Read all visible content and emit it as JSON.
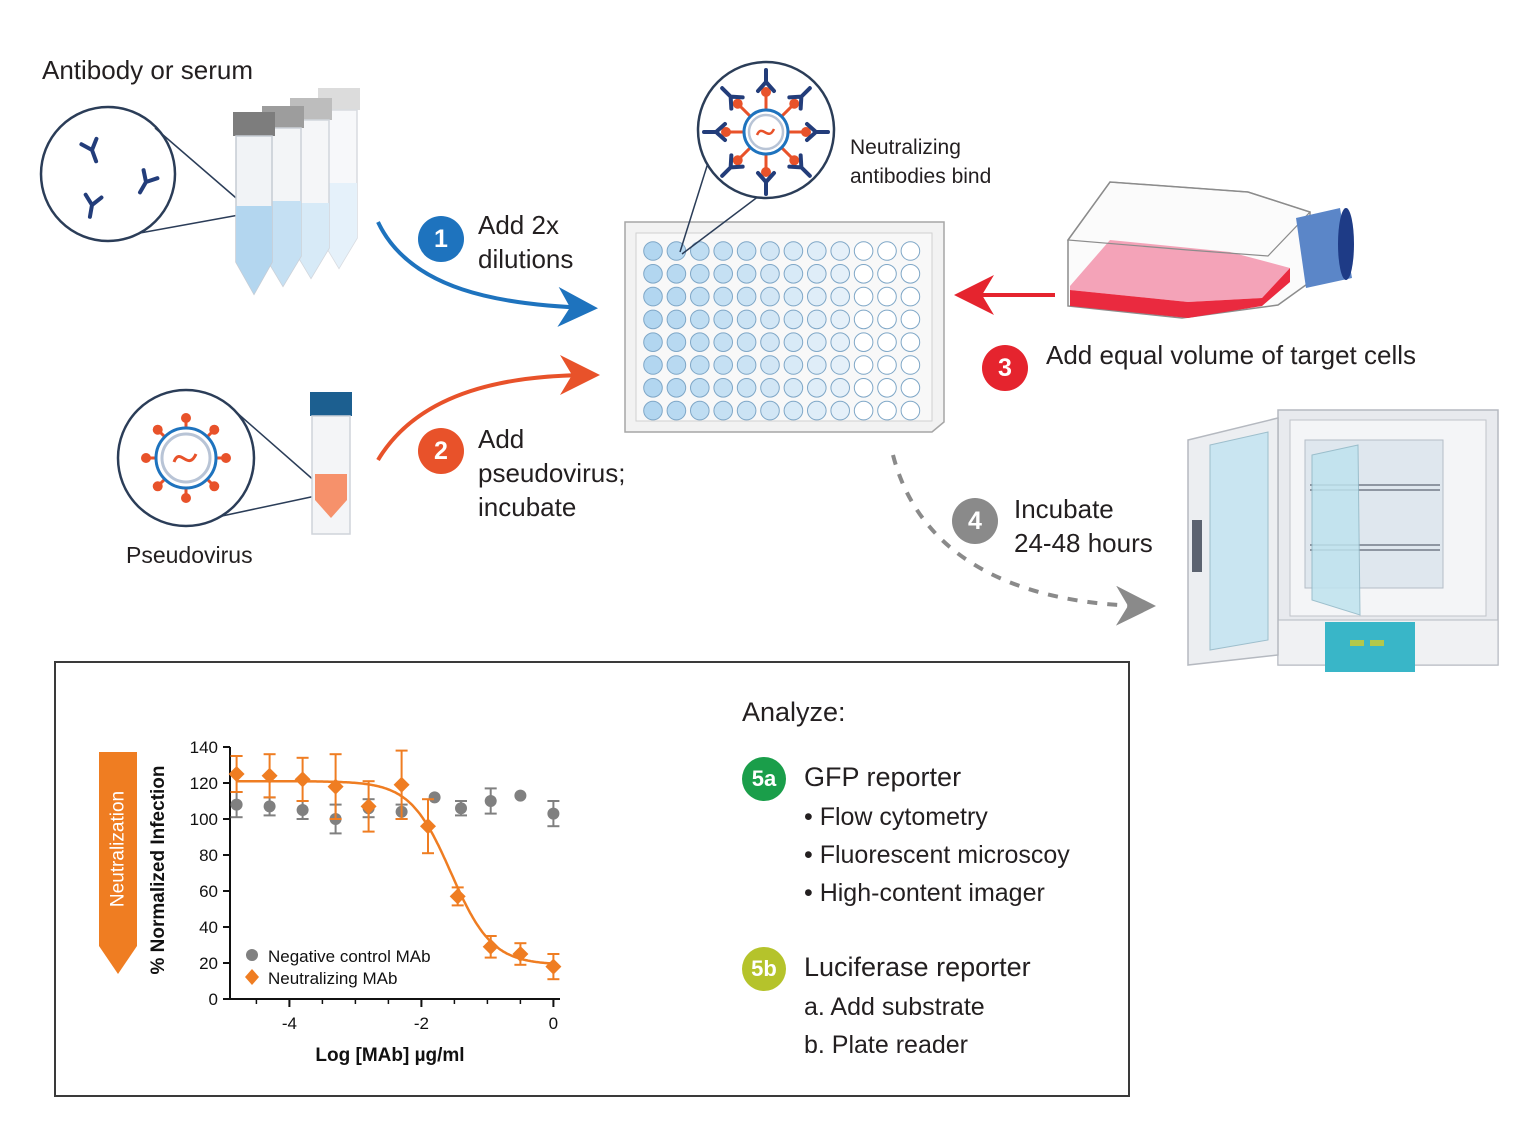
{
  "labels": {
    "antibody_source": "Antibody or serum",
    "pseudovirus": "Pseudovirus",
    "neutralizing_bind": [
      "Neutralizing",
      "antibodies bind"
    ],
    "incubator_alt": ""
  },
  "steps": [
    {
      "badge": "1",
      "color": "#1e73be",
      "lines": [
        "Add 2x",
        "dilutions"
      ]
    },
    {
      "badge": "2",
      "color": "#e8522a",
      "lines": [
        "Add",
        "pseudovirus;",
        "incubate"
      ]
    },
    {
      "badge": "3",
      "color": "#e5242e",
      "lines": [
        "Add equal volume of  target cells"
      ]
    },
    {
      "badge": "4",
      "color": "#8a8a8a",
      "lines": [
        "Incubate",
        "24-48 hours"
      ]
    }
  ],
  "analyze": {
    "title": "Analyze:",
    "gfp": {
      "badge": "5a",
      "color": "#1a9e4a",
      "title": "GFP reporter",
      "items": [
        "• Flow cytometry",
        "• Fluorescent microscoy",
        "• High-content imager"
      ]
    },
    "luc": {
      "badge": "5b",
      "color": "#b5c32b",
      "title": "Luciferase reporter",
      "items": [
        "a.  Add substrate",
        "b.  Plate reader"
      ]
    }
  },
  "neutralization_tag": "Neutralization",
  "chart_data": {
    "type": "scatter",
    "xlabel": "Log [MAb] µg/ml",
    "ylabel": "% Normalized Infection",
    "xlim": [
      -4.9,
      0.1
    ],
    "ylim": [
      0,
      140
    ],
    "xticks": [
      -4,
      -2,
      0
    ],
    "yticks": [
      0,
      20,
      40,
      60,
      80,
      100,
      120,
      140
    ],
    "legend_position": "bottom-left",
    "series": [
      {
        "name": "Negative control MAb",
        "color": "#808080",
        "marker": "circle",
        "x": [
          -4.8,
          -4.3,
          -3.8,
          -3.3,
          -2.8,
          -2.3,
          -1.8,
          -1.4,
          -0.95,
          -0.5,
          0
        ],
        "y": [
          108,
          107,
          105,
          100,
          106,
          104,
          112,
          106,
          110,
          113,
          103
        ],
        "err": [
          7,
          5,
          5,
          8,
          5,
          4,
          0,
          4,
          7,
          0,
          7
        ]
      },
      {
        "name": "Neutralizing MAb",
        "color": "#ef7d22",
        "marker": "diamond",
        "x": [
          -4.8,
          -4.3,
          -3.8,
          -3.3,
          -2.8,
          -2.3,
          -1.9,
          -1.45,
          -0.95,
          -0.5,
          0
        ],
        "y": [
          125,
          124,
          122,
          118,
          107,
          119,
          96,
          57,
          29,
          25,
          18
        ],
        "err": [
          10,
          12,
          12,
          18,
          14,
          19,
          15,
          5,
          6,
          6,
          7
        ],
        "fit": {
          "top": 121,
          "bottom": 19,
          "logEC50": -1.55,
          "hill": 1.4
        }
      }
    ]
  }
}
